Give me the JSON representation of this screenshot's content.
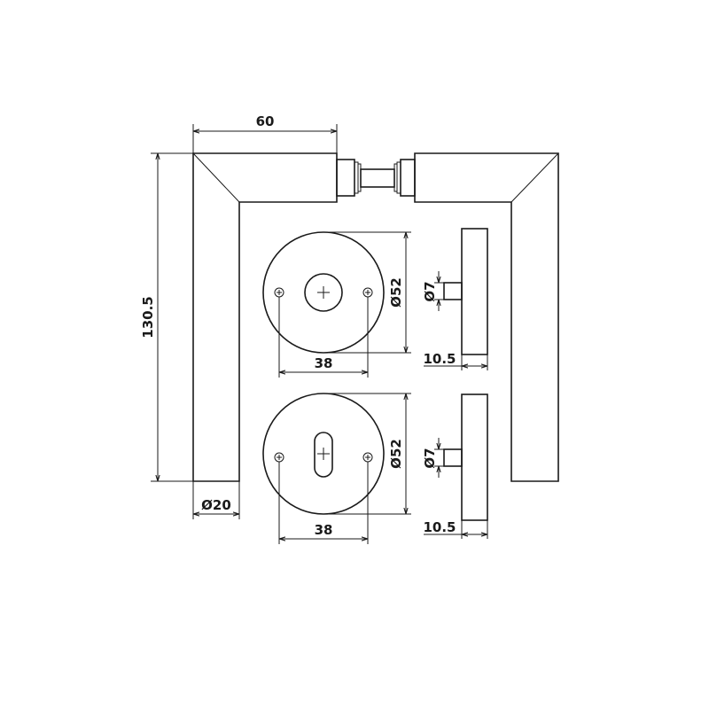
{
  "drawing": {
    "line_color": "#1a1a1a",
    "background": "#ffffff"
  },
  "dimensions": {
    "lever_projection": "60",
    "lever_height": "130.5",
    "lever_diameter": "Ø20",
    "rose_diameter_top": "Ø52",
    "rose_diameter_bottom": "Ø52",
    "screw_spacing_top": "38",
    "screw_spacing_bottom": "38",
    "pin_diameter_top": "Ø7",
    "pin_diameter_bottom": "Ø7",
    "rose_thickness_top": "10.5",
    "rose_thickness_bottom": "10.5"
  }
}
